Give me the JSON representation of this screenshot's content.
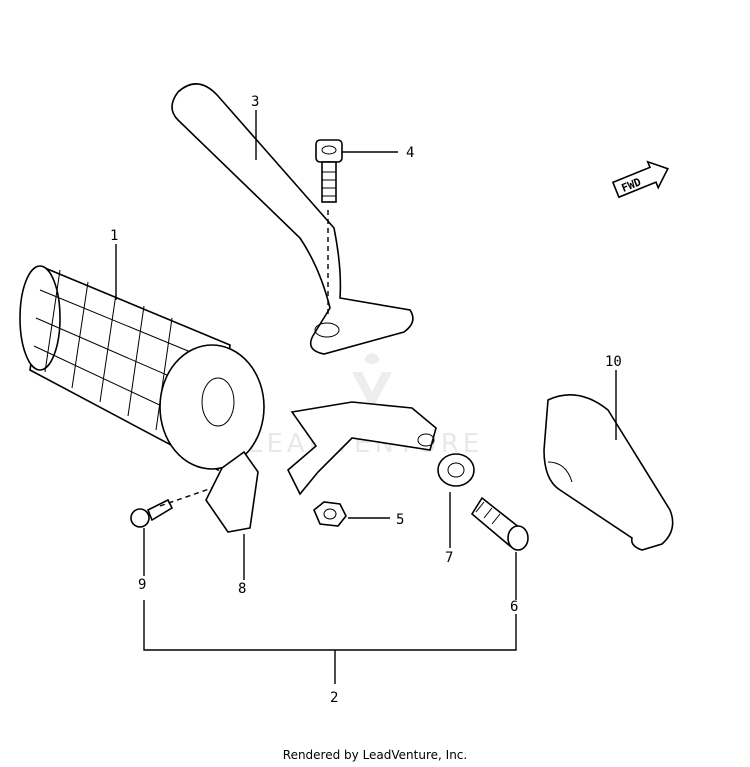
{
  "watermark": {
    "text": "LEADVENTURE"
  },
  "direction_arrow": {
    "label": "FWD"
  },
  "parts": [
    {
      "id": "grip",
      "label": "1"
    },
    {
      "id": "assembly",
      "label": "2"
    },
    {
      "id": "lever",
      "label": "3"
    },
    {
      "id": "bolt",
      "label": "4"
    },
    {
      "id": "nut",
      "label": "5"
    },
    {
      "id": "adjuster",
      "label": "6"
    },
    {
      "id": "adjuster-nut",
      "label": "7"
    },
    {
      "id": "clamp-half",
      "label": "8"
    },
    {
      "id": "screw",
      "label": "9"
    },
    {
      "id": "lever-boot",
      "label": "10"
    }
  ],
  "footer": {
    "text": "Rendered by LeadVenture, Inc."
  }
}
